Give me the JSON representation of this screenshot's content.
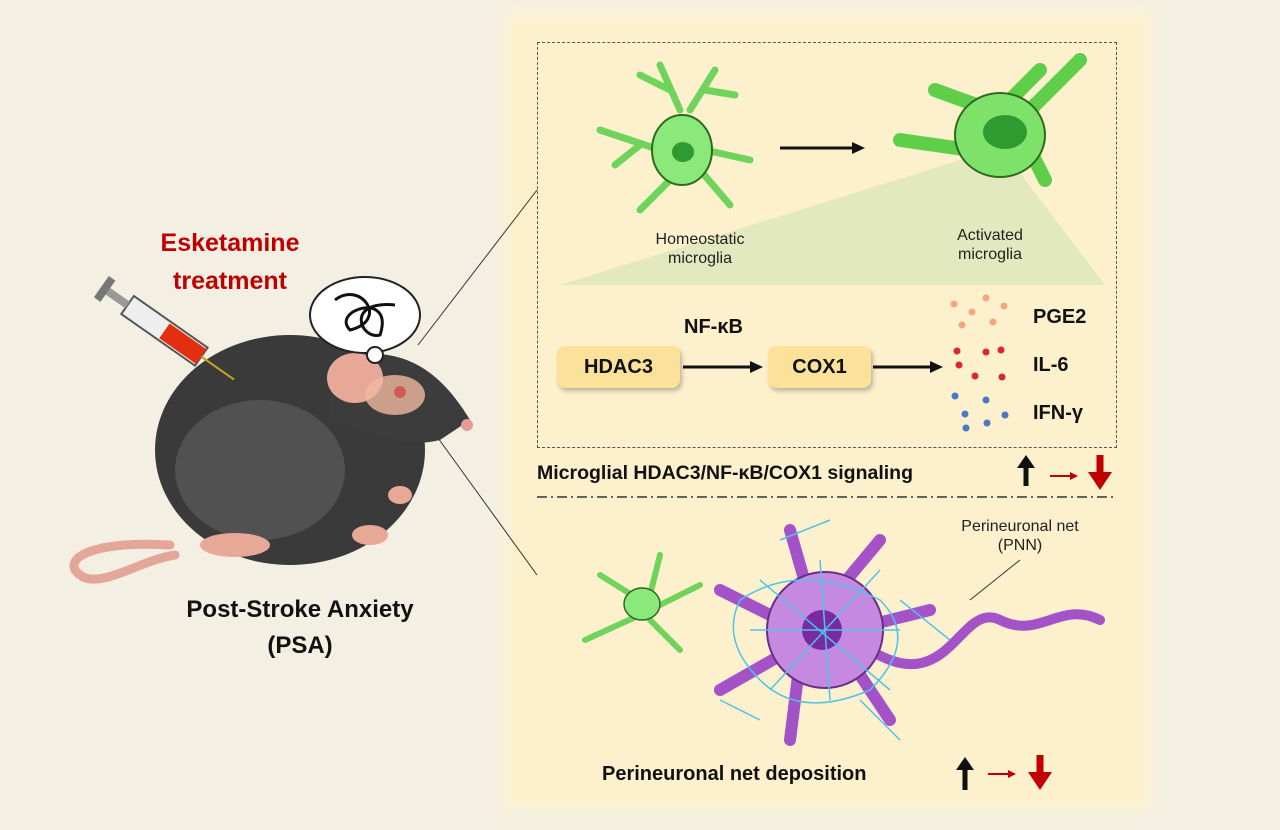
{
  "left": {
    "treatment_line1": "Esketamine",
    "treatment_line2": "treatment",
    "condition_line1": "Post-Stroke Anxiety",
    "condition_line2": "(PSA)"
  },
  "microglia": {
    "homeostatic_line1": "Homeostatic",
    "homeostatic_line2": "microglia",
    "activated_line1": "Activated",
    "activated_line2": "microglia"
  },
  "pathway": {
    "node1": "HDAC3",
    "edge_label": "NF-κB",
    "node2": "COX1",
    "outputs": [
      "PGE2",
      "IL-6",
      "IFN-γ"
    ]
  },
  "signaling_label": "Microglial HDAC3/NF-κB/COX1 signaling",
  "pnn": {
    "label_line1": "Perineuronal net",
    "label_line2": "(PNN)",
    "deposition_label": "Perineuronal net deposition"
  },
  "colors": {
    "red": "#c00000",
    "microglia_green": "#7ee26a",
    "neuron_purple": "#a452c8",
    "pnn_blue": "#4fc3ea",
    "pge2": "#f4a77c",
    "il6": "#d8282a",
    "ifn": "#4d76c6"
  }
}
